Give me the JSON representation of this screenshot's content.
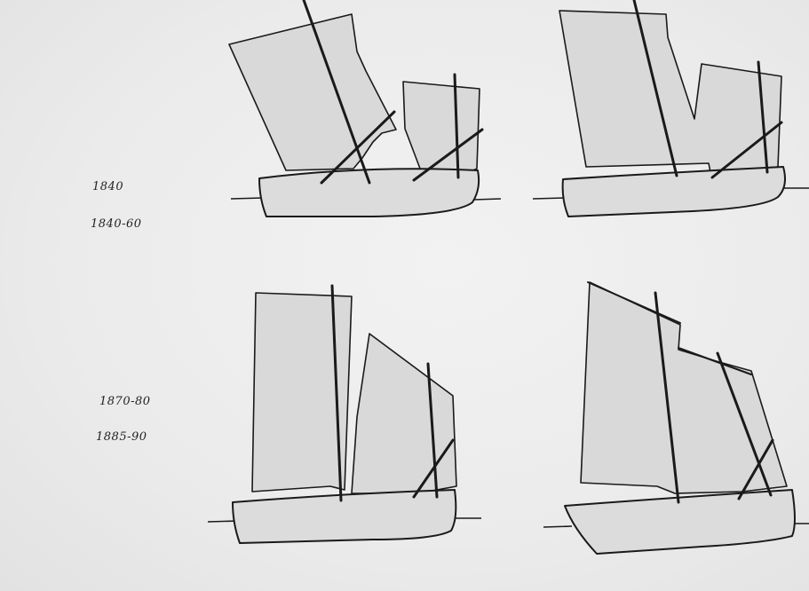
{
  "labels": {
    "first": "1840",
    "second": "1840-60",
    "third": "1870-80",
    "fourth": "1885-90"
  }
}
